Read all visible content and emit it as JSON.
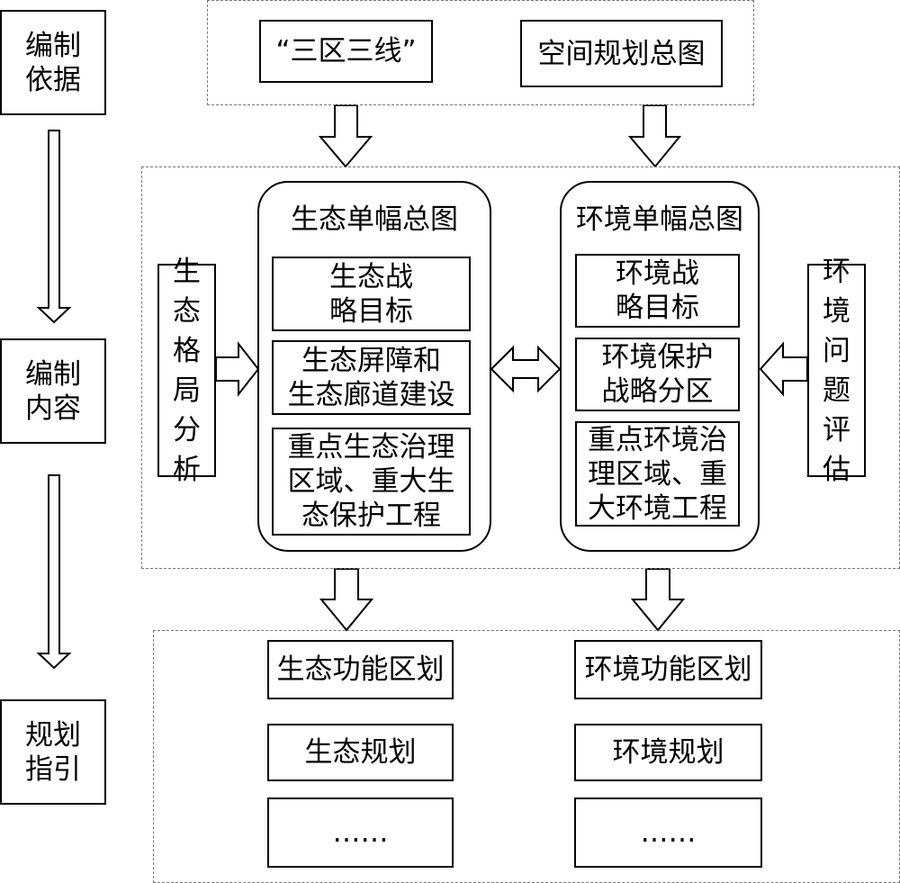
{
  "stages": {
    "compile_basis": "编制\n依据",
    "compile_content": "编制\n内容",
    "planning_guidance": "规划\n指引"
  },
  "inputs": {
    "three_zones_three_lines": "“三区三线”",
    "spatial_plan_map": "空间规划总图"
  },
  "ecology_map": {
    "title": "生态单幅总图",
    "strategic_goal": "生态战\n略目标",
    "barrier_corridor": "生态屏障和\n生态廊道建设",
    "key_governance": "重点生态治理\n区域、重大生\n态保护工程"
  },
  "environment_map": {
    "title": "环境单幅总图",
    "strategic_goal": "环境战\n略目标",
    "protection_zoning": "环境保护\n战略分区",
    "key_governance": "重点环境治\n理区域、重\n大环境工程"
  },
  "side_inputs": {
    "ecology_pattern_analysis": "生\n态\n格\n局\n分\n析",
    "environment_issue_assessment": "环\n境\n问\n题\n评\n估"
  },
  "outputs": {
    "ecology_function_zoning": "生态功能区划",
    "environment_function_zoning": "环境功能区划",
    "ecology_planning": "生态规划",
    "environment_planning": "环境规划",
    "ecology_more": "……",
    "environment_more": "……"
  }
}
